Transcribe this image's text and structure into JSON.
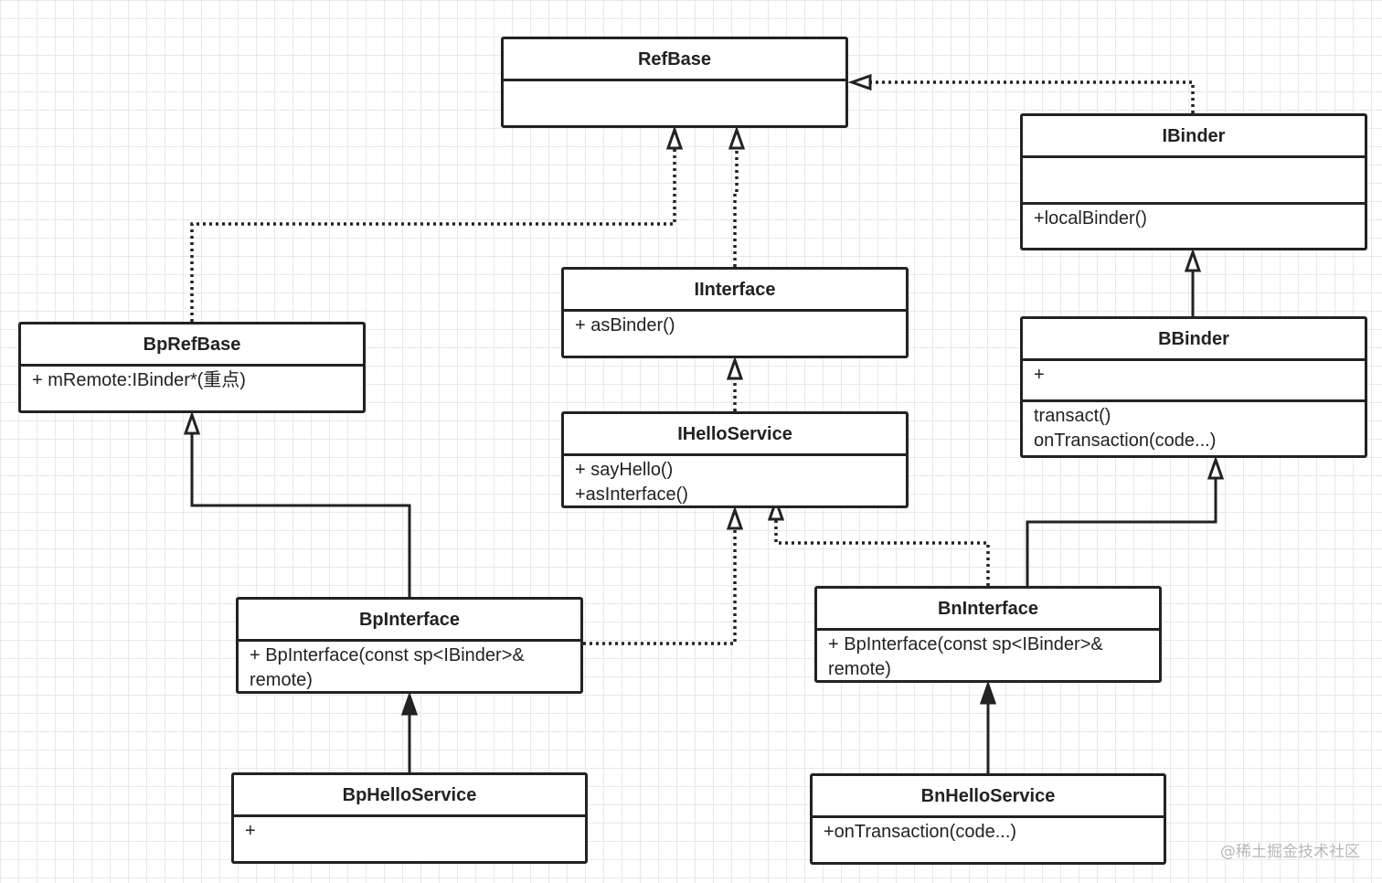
{
  "classes": {
    "refbase": {
      "name": "RefBase",
      "sections": [
        []
      ]
    },
    "ibinder": {
      "name": "IBinder",
      "sections": [
        [],
        [
          "+localBinder()"
        ]
      ]
    },
    "iinterface": {
      "name": "IInterface",
      "sections": [
        [
          "+ asBinder()"
        ]
      ]
    },
    "bprefbase": {
      "name": "BpRefBase",
      "sections": [
        [
          "+ mRemote:IBinder*(重点)"
        ]
      ]
    },
    "bbinder": {
      "name": "BBinder",
      "sections": [
        [
          "+"
        ],
        [
          "transact()",
          "onTransaction(code...)"
        ]
      ]
    },
    "ihelloservice": {
      "name": "IHelloService",
      "sections": [
        [
          "+ sayHello()",
          "+asInterface()"
        ]
      ]
    },
    "bpinterface": {
      "name": "BpInterface",
      "sections": [
        [
          "+  BpInterface(const sp<IBinder>&",
          "remote)"
        ]
      ]
    },
    "bninterface": {
      "name": "BnInterface",
      "sections": [
        [
          "+  BpInterface(const sp<IBinder>&",
          "remote)"
        ]
      ]
    },
    "bphelloservice": {
      "name": "BpHelloService",
      "sections": [
        [
          "+"
        ]
      ]
    },
    "bnhelloservice": {
      "name": "BnHelloService",
      "sections": [
        [
          "+onTransaction(code...)"
        ]
      ]
    }
  },
  "relations": [
    {
      "from": "bprefbase",
      "to": "refbase",
      "kind": "realization"
    },
    {
      "from": "iinterface",
      "to": "refbase",
      "kind": "realization"
    },
    {
      "from": "ibinder",
      "to": "refbase",
      "kind": "realization"
    },
    {
      "from": "bbinder",
      "to": "ibinder",
      "kind": "generalization"
    },
    {
      "from": "ihelloservice",
      "to": "iinterface",
      "kind": "realization"
    },
    {
      "from": "bpinterface",
      "to": "bprefbase",
      "kind": "generalization"
    },
    {
      "from": "bpinterface",
      "to": "ihelloservice",
      "kind": "realization"
    },
    {
      "from": "bninterface",
      "to": "ihelloservice",
      "kind": "realization"
    },
    {
      "from": "bninterface",
      "to": "bbinder",
      "kind": "generalization"
    },
    {
      "from": "bphelloservice",
      "to": "bpinterface",
      "kind": "composition"
    },
    {
      "from": "bnhelloservice",
      "to": "bninterface",
      "kind": "composition"
    }
  ],
  "watermark": "@稀土掘金技术社区",
  "colors": {
    "line": "#222222",
    "grid": "#e8e8e8",
    "watermark": "#b8b8b8"
  }
}
